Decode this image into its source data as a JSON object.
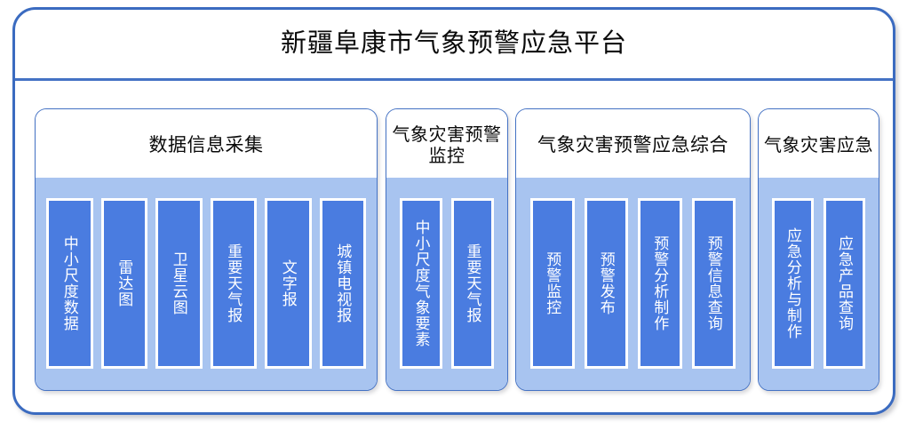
{
  "platform": {
    "title": "新疆阜康市气象预警应急平台",
    "accent_color": "#4472C4",
    "frame_border_color": "#3B6BC0",
    "panel_body_color": "#A8C4F0",
    "tile_color": "#4A7CE0",
    "tile_border_color": "#FFFFFF",
    "tile_text_color": "#FFFFFF",
    "title_text_color": "#0A0A0A"
  },
  "groups": [
    {
      "title": "数据信息采集",
      "tiles": [
        {
          "label": "中小尺度数据"
        },
        {
          "label": "雷达图"
        },
        {
          "label": "卫星云图"
        },
        {
          "label": "重要天气报"
        },
        {
          "label": "文字报"
        },
        {
          "label": "城镇电视报"
        }
      ]
    },
    {
      "title": "气象灾害预警监控",
      "tiles": [
        {
          "label": "中小尺度气象要素"
        },
        {
          "label": "重要天气报"
        }
      ]
    },
    {
      "title": "气象灾害预警应急综合",
      "tiles": [
        {
          "label": "预警监控"
        },
        {
          "label": "预警发布"
        },
        {
          "label": "预警分析制作"
        },
        {
          "label": "预警信息查询"
        }
      ]
    },
    {
      "title": "气象灾害应急",
      "tiles": [
        {
          "label": "应急分析与制作"
        },
        {
          "label": "应急产品查询"
        }
      ]
    }
  ]
}
